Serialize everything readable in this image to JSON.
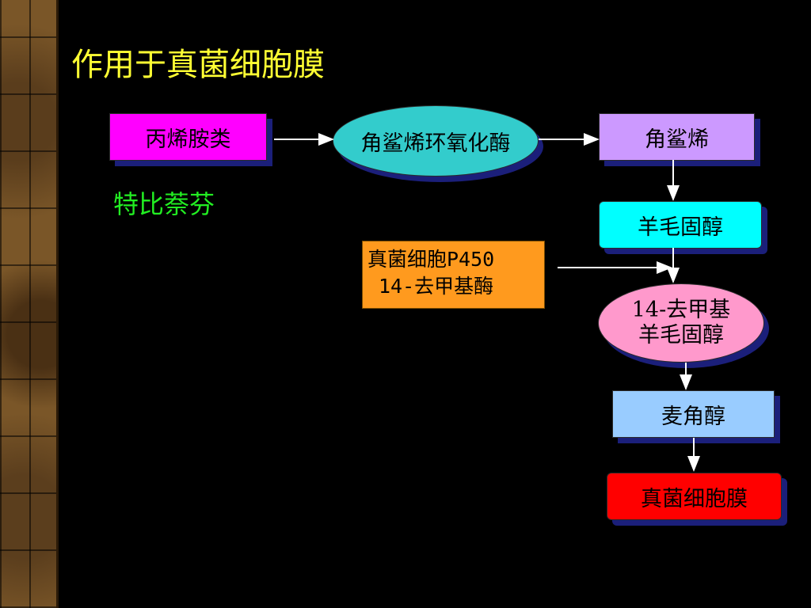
{
  "title": "作用于真菌细胞膜",
  "inhibitor_class": "丙烯胺类",
  "inhibitor_drug": "特比萘芬",
  "enzyme_squalene": "角鲨烯环氧化酶",
  "nodes": {
    "squalene": "角鲨烯",
    "lanosterol": "羊毛固醇",
    "demethyl_line1": "14-去甲基",
    "demethyl_line2": "羊毛固醇",
    "ergosterol": "麦角醇",
    "membrane": "真菌细胞膜"
  },
  "enzyme_p450": {
    "line1": "真菌细胞P450",
    "line2": "14-去甲基酶"
  },
  "colors": {
    "title": "#ffff33",
    "inhibitor_box": "#ff00ff",
    "enzyme_ellipse": "#33cccc",
    "squalene_box": "#cc99ff",
    "lanosterol_box": "#00ffff",
    "p450_box": "#ff9a1e",
    "demethyl_ellipse": "#ff99cc",
    "ergosterol_box": "#99ccff",
    "membrane_box": "#ff0000",
    "drug_label": "#22ee22"
  }
}
